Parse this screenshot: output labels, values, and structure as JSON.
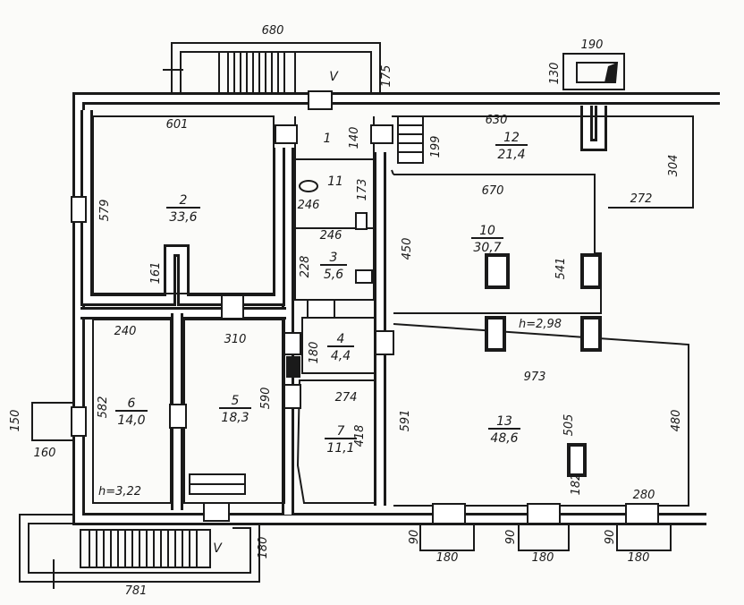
{
  "rooms": [
    {
      "id": "room-1",
      "number": "1",
      "area": ""
    },
    {
      "id": "room-2",
      "number": "2",
      "area": "33,6"
    },
    {
      "id": "room-3",
      "number": "3",
      "area": "5,6"
    },
    {
      "id": "room-4",
      "number": "4",
      "area": "4,4"
    },
    {
      "id": "room-5",
      "number": "5",
      "area": "18,3"
    },
    {
      "id": "room-6",
      "number": "6",
      "area": "14,0"
    },
    {
      "id": "room-7",
      "number": "7",
      "area": "11,1"
    },
    {
      "id": "room-10",
      "number": "10",
      "area": "30,7"
    },
    {
      "id": "room-11",
      "number": "11",
      "area": ""
    },
    {
      "id": "room-12",
      "number": "12",
      "area": "21,4"
    },
    {
      "id": "room-13",
      "number": "13",
      "area": "48,6"
    }
  ],
  "dimensions": [
    "680",
    "175",
    "190",
    "130",
    "601",
    "630",
    "140",
    "199",
    "304",
    "579",
    "173",
    "246",
    "246",
    "670",
    "272",
    "450",
    "228",
    "541",
    "161",
    "240",
    "310",
    "180",
    "973",
    "582",
    "590",
    "274",
    "418",
    "591",
    "505",
    "480",
    "150",
    "160",
    "182",
    "280",
    "90",
    "180",
    "90",
    "180",
    "90",
    "180",
    "781",
    "180"
  ],
  "labels": {
    "entrance_top": "V",
    "entrance_bottom": "V",
    "ceiling_left": "h=3,22",
    "ceiling_right": "h=2,98"
  }
}
